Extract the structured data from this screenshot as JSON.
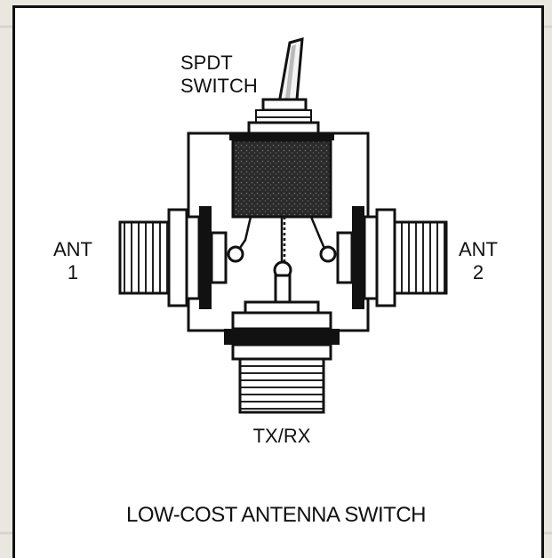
{
  "labels": {
    "switch_line1": "SPDT",
    "switch_line2": "SWITCH",
    "ant1_line1": "ANT",
    "ant1_line2": "1",
    "ant2_line1": "ANT",
    "ant2_line2": "2",
    "txrx": "TX/RX"
  },
  "caption": "LOW-COST ANTENNA SWITCH"
}
